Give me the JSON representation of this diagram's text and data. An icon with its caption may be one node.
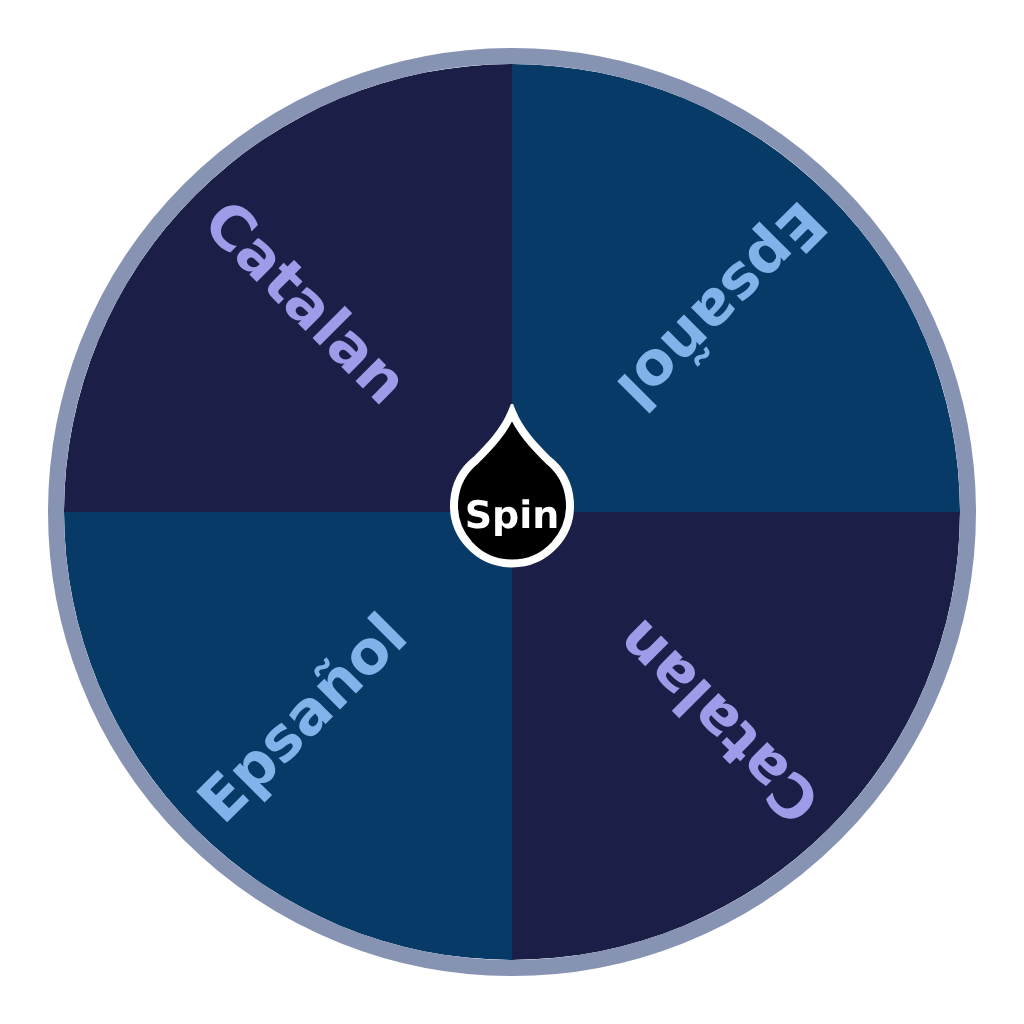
{
  "diagram": {
    "nodes": [
      {
        "text": [
          "Catalan"
        ]
      },
      {
        "text": [
          "Epsañol"
        ]
      },
      {
        "text": [
          "Epsañol"
        ]
      },
      {
        "text": [
          "Catalan"
        ]
      },
      {
        "text": [
          "Spin"
        ]
      }
    ]
  }
}
